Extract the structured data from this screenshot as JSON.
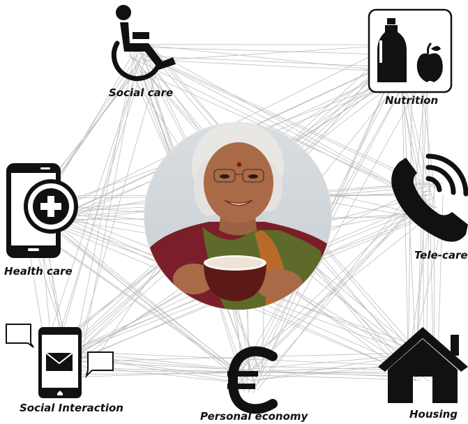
{
  "labels": {
    "social_care": "Social care",
    "nutrition": "Nutrition",
    "health_care": "Health care",
    "tele_care": "Tele-care",
    "social_interaction": "Social Interaction",
    "personal_economy": "Personal economy",
    "housing": "Housing"
  },
  "icons": {
    "center": "portrait-photo",
    "social_care": "wheelchair-icon",
    "nutrition": "bottle-and-apple-icon",
    "health_care": "medical-phone-icon",
    "tele_care": "phone-icon",
    "social_interaction": "messaging-phone-icon",
    "personal_economy": "euro-icon",
    "housing": "house-icon"
  },
  "colors": {
    "icon": "#111111",
    "lines": "#bdbdbd",
    "background": "#ffffff"
  }
}
